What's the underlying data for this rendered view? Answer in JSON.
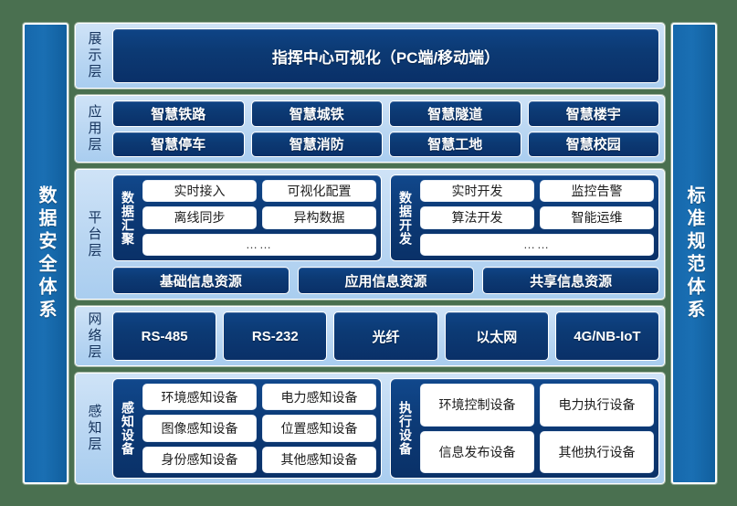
{
  "left_pillar": {
    "label": "数据安全体系"
  },
  "right_pillar": {
    "label": "标准规范体系"
  },
  "layers": {
    "display": {
      "label": "展示层",
      "item": "指挥中心可视化（PC端/移动端）"
    },
    "application": {
      "label": "应用层",
      "row1": [
        "智慧铁路",
        "智慧城铁",
        "智慧隧道",
        "智慧楼宇"
      ],
      "row2": [
        "智慧停车",
        "智慧消防",
        "智慧工地",
        "智慧校园"
      ]
    },
    "platform": {
      "label": "平台层",
      "group_aggregation": {
        "label": "数据汇聚",
        "row1": [
          "实时接入",
          "可视化配置"
        ],
        "row2": [
          "离线同步",
          "异构数据"
        ],
        "row3": "……"
      },
      "group_development": {
        "label": "数据开发",
        "row1": [
          "实时开发",
          "监控告警"
        ],
        "row2": [
          "算法开发",
          "智能运维"
        ],
        "row3": "……"
      },
      "resources": [
        "基础信息资源",
        "应用信息资源",
        "共享信息资源"
      ]
    },
    "network": {
      "label": "网络层",
      "items": [
        "RS-485",
        "RS-232",
        "光纤",
        "以太网",
        "4G/NB-IoT"
      ]
    },
    "perception": {
      "label": "感知层",
      "group_sensing": {
        "label": "感知设备",
        "row1": [
          "环境感知设备",
          "电力感知设备"
        ],
        "row2": [
          "图像感知设备",
          "位置感知设备"
        ],
        "row3": [
          "身份感知设备",
          "其他感知设备"
        ]
      },
      "group_actuating": {
        "label": "执行设备",
        "row1": [
          "环境控制设备",
          "电力执行设备"
        ],
        "row2": [
          "信息发布设备",
          "其他执行设备"
        ]
      }
    }
  },
  "colors": {
    "background": "#4a7050",
    "pillar": "#1668ac",
    "chip": "#0c3a74",
    "layer_bg": "#b9d6f2",
    "white_box": "#ffffff"
  }
}
